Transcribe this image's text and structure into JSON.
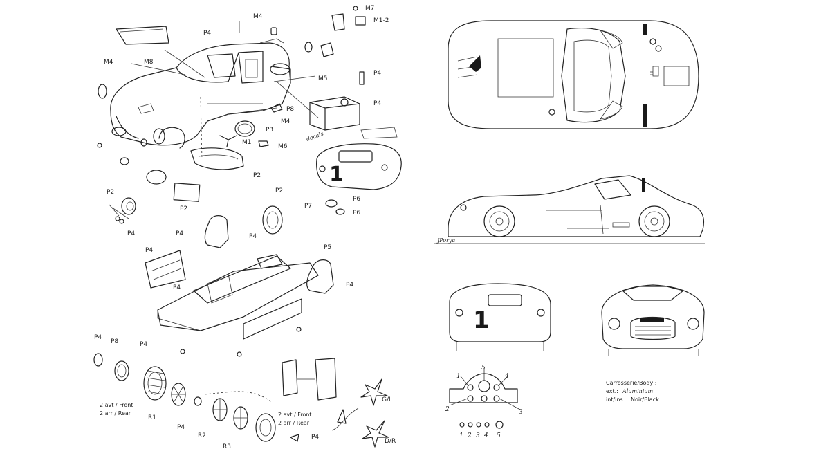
{
  "labels": {
    "m4_top": "M4",
    "m7": "M7",
    "m1_2": "M1-2",
    "p4_body": "P4",
    "m4_left": "M4",
    "m8": "M8",
    "m5": "M5",
    "p4_seat_top": "P4",
    "p4_box": "P4",
    "p8": "P8",
    "m4_mid": "M4",
    "p3": "P3",
    "m1": "M1",
    "m6": "M6",
    "p2_pan": "P2",
    "p2_plate": "P2",
    "p2_headlight": "P2",
    "p4_headlight": "P4",
    "decals": "decals",
    "p7": "P7",
    "p6_a": "P6",
    "p6_b": "P6",
    "p2_wheel": "P2",
    "p4_seat": "P4",
    "p4_wheel": "P4",
    "p5": "P5",
    "p4_seat_r": "P4",
    "p4_chassis": "P4",
    "p4_chassis2": "P4",
    "p4_w1": "P4",
    "p8_w": "P8",
    "p4_w2": "P4",
    "r1": "R1",
    "p4_r1": "P4",
    "r2": "R2",
    "r3": "R3",
    "p4_spin": "P4",
    "g_l": "G/L",
    "d_r": "D/R"
  },
  "notes": {
    "front_1": "2 avt / Front",
    "rear_1": "2 arr / Rear",
    "front_2": "2 avt / Front",
    "rear_2": "2 arr / Rear"
  },
  "decal_number": "1",
  "gauges": {
    "numbers": [
      "1",
      "2",
      "3",
      "4",
      "5"
    ],
    "bottom": [
      "1",
      "2",
      "3",
      "4",
      "5"
    ]
  },
  "colors": {
    "title": "Carrosserie/Body :",
    "ext_label": "ext.:",
    "ext_value": "Aluminium",
    "int_label": "int/ins.:",
    "int_value": "Noir/Black"
  },
  "signature": "JPorya"
}
